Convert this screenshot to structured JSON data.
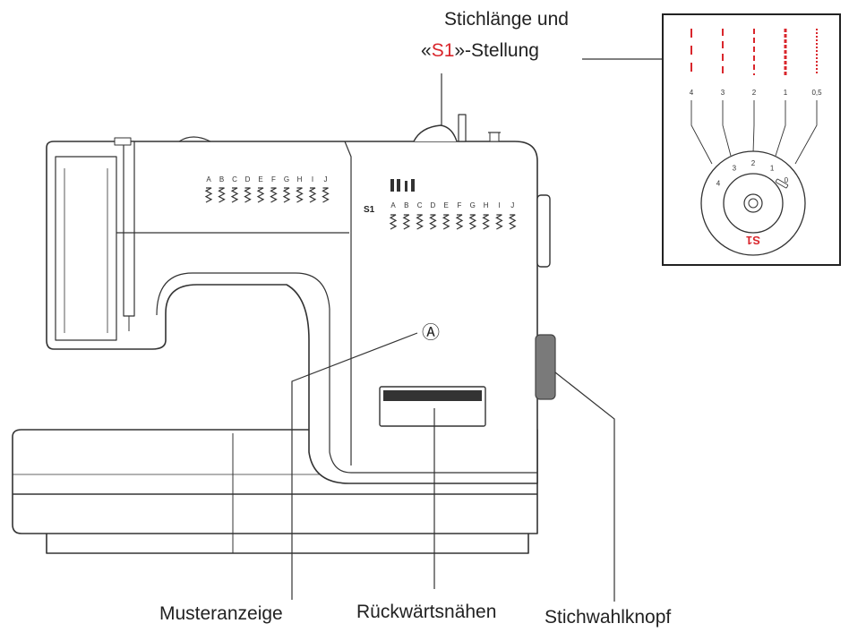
{
  "title_line1": "Stichlänge und",
  "title_line2": {
    "open_quote": "«",
    "code": "S1",
    "close_quote": "»-Stellung"
  },
  "labels": {
    "pattern_display": "Musteranzeige",
    "reverse": "Rückwärtsnähen",
    "selector_knob": "Stichwahlknopf",
    "marker_a": "Ⓐ"
  },
  "panel_left": {
    "letters": [
      "A",
      "B",
      "C",
      "D",
      "E",
      "F",
      "G",
      "H",
      "I",
      "J"
    ]
  },
  "panel_right": {
    "s1_label": "S1",
    "letters": [
      "A",
      "B",
      "C",
      "D",
      "E",
      "F",
      "G",
      "H",
      "I",
      "J"
    ]
  },
  "inset": {
    "lengths": [
      "4",
      "3",
      "2",
      "1",
      "0,5"
    ],
    "dial_numbers": [
      "4",
      "3",
      "2",
      "1",
      "0"
    ],
    "dial_code": "S1"
  },
  "colors": {
    "accent_red": "#d9262c",
    "outline": "#333333",
    "knob_gray": "#7a7a7a"
  }
}
